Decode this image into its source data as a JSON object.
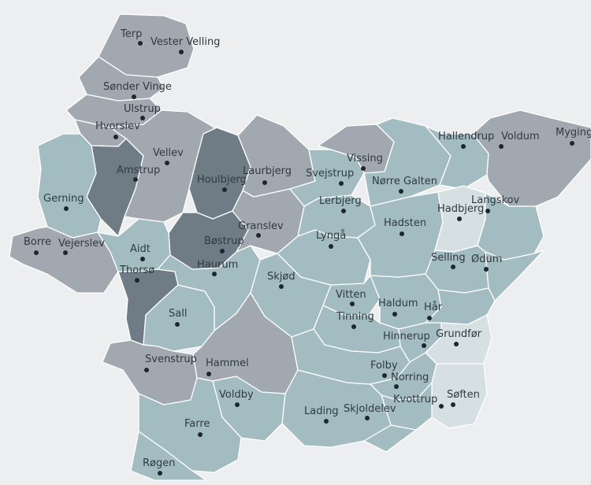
{
  "colors": {
    "background": "#eceeef",
    "teal_light": "#a3bcc2",
    "gray_mid": "#a2a8b0",
    "gray_dark": "#6f7b85",
    "pale": "#d6dfe2",
    "border": "#ffffff",
    "label": "#2f3a40",
    "dot": "#1e272c"
  },
  "places": [
    {
      "id": "terp",
      "name": "Terp"
    },
    {
      "id": "vester-velling",
      "name": "Vester Velling"
    },
    {
      "id": "sonder-vinge",
      "name": "Sønder Vinge"
    },
    {
      "id": "ulstrup",
      "name": "Ulstrup"
    },
    {
      "id": "hvorslev",
      "name": "Hvorslev"
    },
    {
      "id": "vellev",
      "name": "Vellev"
    },
    {
      "id": "amstrup",
      "name": "Amstrup"
    },
    {
      "id": "houlbjerg",
      "name": "Houlbjerg"
    },
    {
      "id": "laurbjerg",
      "name": "Laurbjerg"
    },
    {
      "id": "svejstrup",
      "name": "Svejstrup"
    },
    {
      "id": "vissing",
      "name": "Vissing"
    },
    {
      "id": "norre-galten",
      "name": "Nørre Galten"
    },
    {
      "id": "hallendrup",
      "name": "Hallendrup"
    },
    {
      "id": "voldum",
      "name": "Voldum"
    },
    {
      "id": "myginge",
      "name": "Myginge"
    },
    {
      "id": "gerning",
      "name": "Gerning"
    },
    {
      "id": "lerbjerg",
      "name": "Lerbjerg"
    },
    {
      "id": "hadbjerg",
      "name": "Hadbjerg"
    },
    {
      "id": "langskov",
      "name": "Langskov"
    },
    {
      "id": "granslev",
      "name": "Granslev"
    },
    {
      "id": "lynga",
      "name": "Lyngå"
    },
    {
      "id": "hadsten",
      "name": "Hadsten"
    },
    {
      "id": "borre",
      "name": "Borre"
    },
    {
      "id": "vejerslev",
      "name": "Vejerslev"
    },
    {
      "id": "aidt",
      "name": "Aidt"
    },
    {
      "id": "bostrup",
      "name": "Bøstrup"
    },
    {
      "id": "selling",
      "name": "Selling"
    },
    {
      "id": "odum",
      "name": "Ødum"
    },
    {
      "id": "thorso",
      "name": "Thorsø"
    },
    {
      "id": "haurum",
      "name": "Haurum"
    },
    {
      "id": "skjod",
      "name": "Skjød"
    },
    {
      "id": "vitten",
      "name": "Vitten"
    },
    {
      "id": "haldum",
      "name": "Haldum"
    },
    {
      "id": "har",
      "name": "Hår"
    },
    {
      "id": "sall",
      "name": "Sall"
    },
    {
      "id": "tinning",
      "name": "Tinning"
    },
    {
      "id": "hinnerup",
      "name": "Hinnerup"
    },
    {
      "id": "grundfor",
      "name": "Grundfør"
    },
    {
      "id": "svenstrup",
      "name": "Svenstrup"
    },
    {
      "id": "hammel",
      "name": "Hammel"
    },
    {
      "id": "folby",
      "name": "Folby"
    },
    {
      "id": "norring",
      "name": "Norring"
    },
    {
      "id": "voldby",
      "name": "Voldby"
    },
    {
      "id": "kvottrup",
      "name": "Kvottrup"
    },
    {
      "id": "soften",
      "name": "Søften"
    },
    {
      "id": "lading",
      "name": "Lading"
    },
    {
      "id": "skjoldelev",
      "name": "Skjoldelev"
    },
    {
      "id": "farre",
      "name": "Farre"
    },
    {
      "id": "rogen",
      "name": "Røgen"
    }
  ]
}
